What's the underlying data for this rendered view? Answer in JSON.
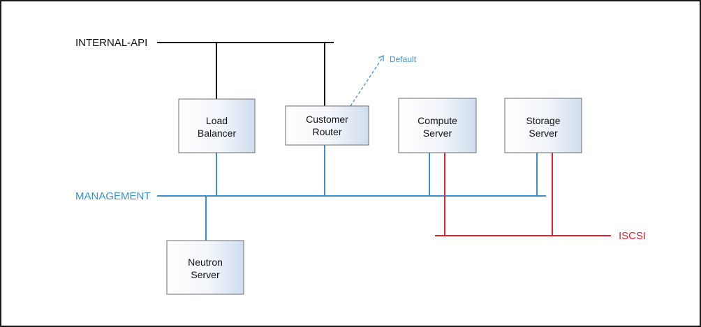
{
  "networks": {
    "internal_api": {
      "label": "INTERNAL-API",
      "color": "#111111"
    },
    "management": {
      "label": "MANAGEMENT",
      "color": "#3a8fcd"
    },
    "iscsi": {
      "label": "ISCSI",
      "color": "#e0202e"
    }
  },
  "annotations": {
    "default_route": {
      "label": "Default",
      "color": "#3a8fcd"
    }
  },
  "nodes": {
    "load_balancer": {
      "line1": "Load",
      "line2": "Balancer"
    },
    "customer_router": {
      "line1": "Customer",
      "line2": "Router"
    },
    "compute_server": {
      "line1": "Compute",
      "line2": "Server"
    },
    "storage_server": {
      "line1": "Storage",
      "line2": "Server"
    },
    "neutron_server": {
      "line1": "Neutron",
      "line2": "Server"
    }
  }
}
